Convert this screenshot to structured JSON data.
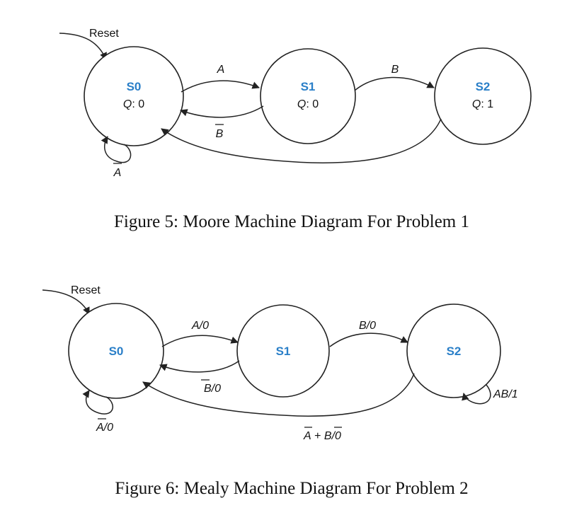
{
  "figure5": {
    "caption": "Figure 5: Moore Machine Diagram For Problem 1",
    "reset_label": "Reset",
    "states": [
      {
        "name": "S0",
        "output_prefix": "Q",
        "output_value": ": 0"
      },
      {
        "name": "S1",
        "output_prefix": "Q",
        "output_value": ": 0"
      },
      {
        "name": "S2",
        "output_prefix": "Q",
        "output_value": ": 1"
      }
    ],
    "transitions": {
      "s0_to_s1": "A",
      "s1_to_s0": "B",
      "s1_to_s2": "B",
      "s0_self": "A"
    }
  },
  "figure6": {
    "caption": "Figure 6: Mealy Machine Diagram For Problem 2",
    "reset_label": "Reset",
    "states": [
      {
        "name": "S0"
      },
      {
        "name": "S1"
      },
      {
        "name": "S2"
      }
    ],
    "transitions": {
      "s0_to_s1_var": "A",
      "s0_to_s1_out": "/0",
      "s1_to_s0_var": "B",
      "s1_to_s0_out": "/0",
      "s1_to_s2_var": "B",
      "s1_to_s2_out": "/0",
      "s0_self_var": "A",
      "s0_self_out": "/0",
      "s2_self_var": "AB",
      "s2_self_out": "/1",
      "s2_to_s0_var_a": "A",
      "s2_to_s0_plus": " + ",
      "s2_to_s0_var_b": "B",
      "s2_to_s0_out": "/0"
    }
  }
}
